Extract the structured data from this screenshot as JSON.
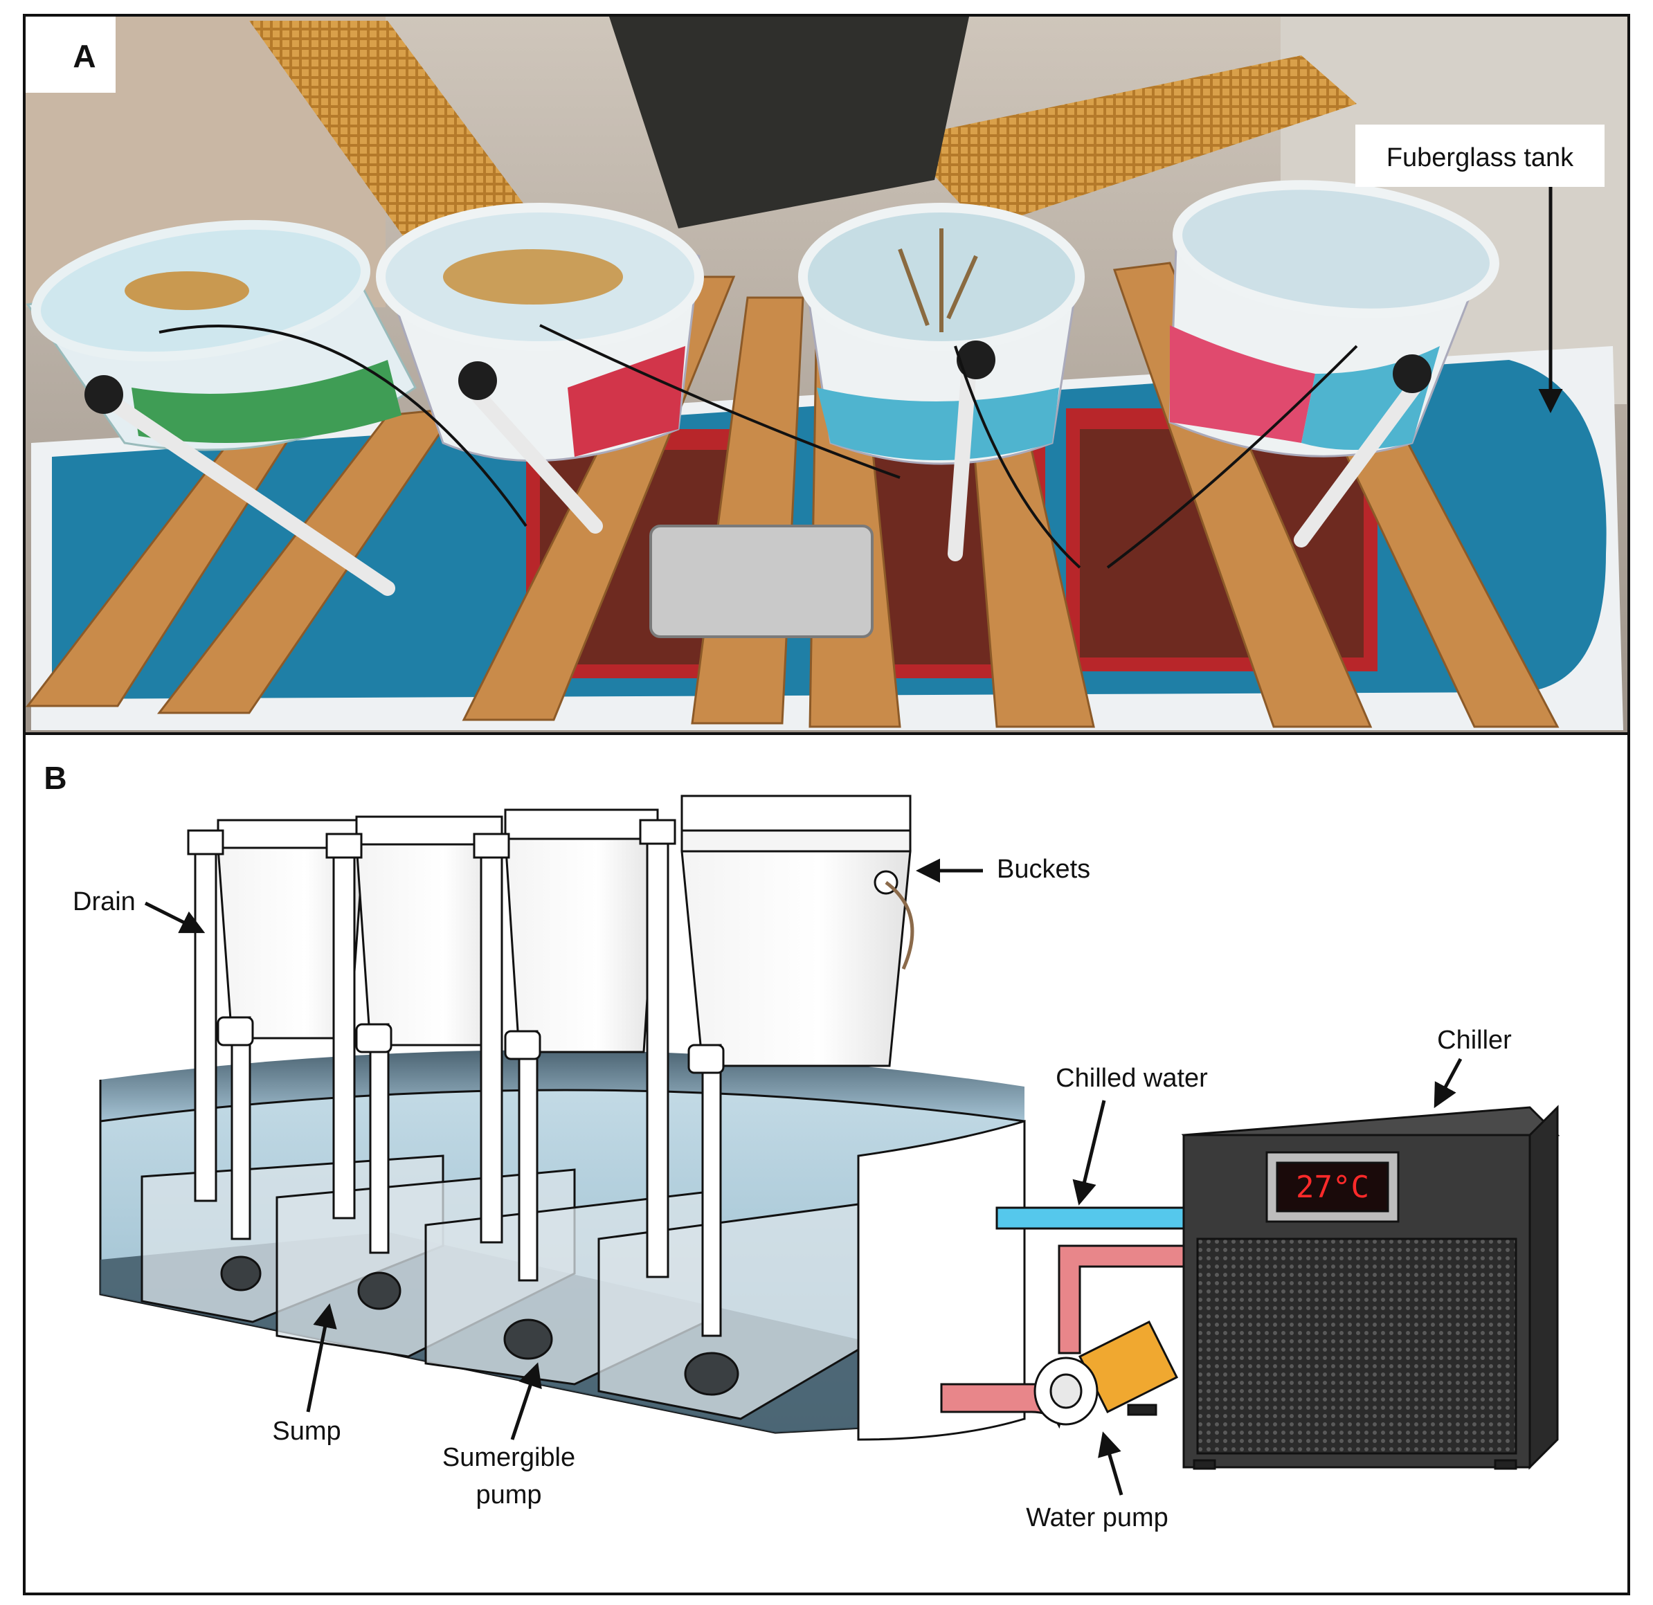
{
  "panel_a": {
    "letter": "A",
    "labels": {
      "fiberglass_tank": "Fuberglass tank"
    }
  },
  "panel_b": {
    "letter": "B",
    "labels": {
      "drain": "Drain",
      "buckets": "Buckets",
      "chiller": "Chiller",
      "chilled_water": "Chilled water",
      "sump": "Sump",
      "submergible_pump_line1": "Sumergible",
      "submergible_pump_line2": "pump",
      "water_pump": "Water pump",
      "chiller_display": "27°C"
    }
  },
  "colors": {
    "frame": "#111111",
    "sump_water": "#a9c7d8",
    "chilled_pipe": "#55c8ec",
    "return_pipe": "#e8868a",
    "pump_body": "#f0a830",
    "chiller_body": "#3a3a3a",
    "display_text": "#ff2a2a",
    "tank_blue": "#1f7fa6",
    "wood": "#c98b4a"
  }
}
